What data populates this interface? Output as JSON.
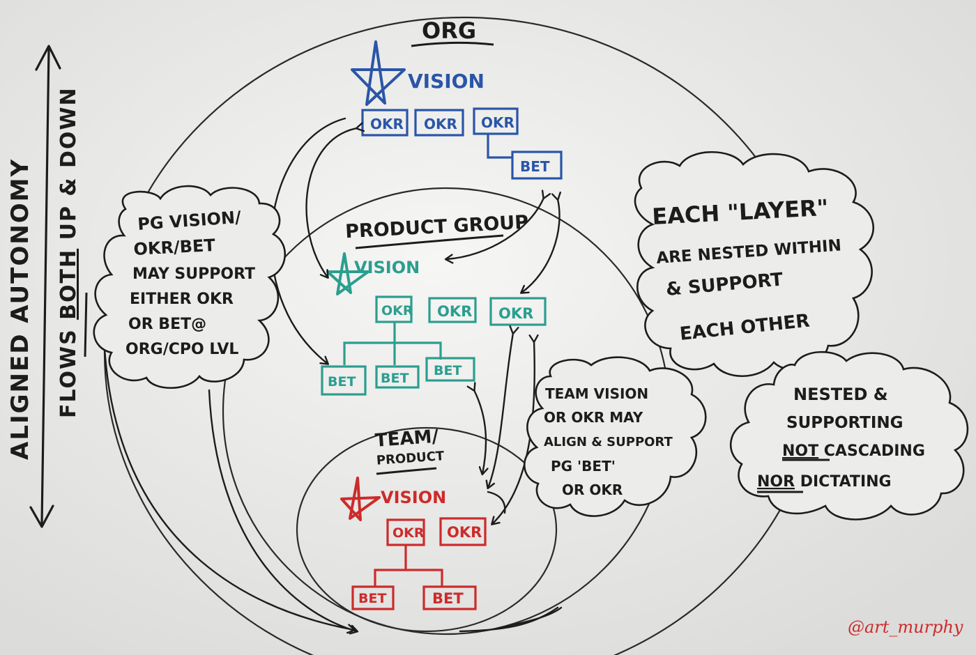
{
  "colors": {
    "black": "#1c1c1c",
    "blue": "#2a55a8",
    "teal": "#2b9e8f",
    "red": "#cc2b2b",
    "board": "#e9e9e7"
  },
  "side": {
    "line1": "ALIGNED AUTONOMY",
    "line2_pre": "FLOWS ",
    "line2_both": "BOTH",
    "line2_post": " UP & DOWN"
  },
  "org": {
    "title": "ORG",
    "vision": "VISION",
    "okrs": [
      "OKR",
      "OKR",
      "OKR"
    ],
    "bet": "BET"
  },
  "pg": {
    "title": "PRODUCT GROUP",
    "vision": "VISION",
    "okrs": [
      "OKR",
      "OKR",
      "OKR"
    ],
    "bets": [
      "BET",
      "BET",
      "BET"
    ]
  },
  "team": {
    "title_line1": "TEAM/",
    "title_line2": "PRODUCT",
    "vision": "VISION",
    "okrs": [
      "OKR",
      "OKR"
    ],
    "bets": [
      "BET",
      "BET"
    ]
  },
  "clouds": {
    "left": [
      "PG VISION/",
      "OKR/BET",
      "MAY SUPPORT",
      "EITHER OKR",
      "OR BET@",
      "ORG/CPO LVL"
    ],
    "right_top": [
      "EACH \"LAYER\"",
      "ARE NESTED WITHIN",
      "& SUPPORT",
      "EACH OTHER"
    ],
    "team_note": [
      "TEAM VISION",
      "OR OKR MAY",
      "ALIGN & SUPPORT",
      "PG 'BET'",
      "OR OKR"
    ],
    "nested": [
      "NESTED &",
      "SUPPORTING",
      "NOT",
      " CASCADING",
      "NOR",
      " DICTATING"
    ]
  },
  "signature": "@art_murphy"
}
